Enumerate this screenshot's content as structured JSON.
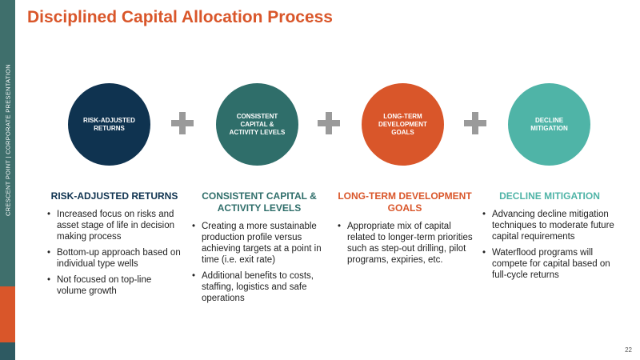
{
  "sidebar": {
    "text": "CRESCENT POINT   |   CORPORATE PRESENTATION"
  },
  "title": "Disciplined Capital Allocation Process",
  "colors": {
    "navy": "#0f3350",
    "teal_dark": "#2f6e6a",
    "orange": "#d9562a",
    "teal_light": "#4fb4a7",
    "plus": "#9a9a9a"
  },
  "circles": [
    {
      "label": "RISK-ADJUSTED RETURNS",
      "color": "#0f3350"
    },
    {
      "label": "CONSISTENT CAPITAL & ACTIVITY LEVELS",
      "color": "#2f6e6a"
    },
    {
      "label": "LONG-TERM DEVELOPMENT GOALS",
      "color": "#d9562a"
    },
    {
      "label": "DECLINE MITIGATION",
      "color": "#4fb4a7"
    }
  ],
  "columns": [
    {
      "heading": "RISK-ADJUSTED RETURNS",
      "color": "#0f3350",
      "bullets": [
        "Increased focus on risks and asset stage of life in decision making process",
        "Bottom-up approach based on individual type wells",
        "Not focused on top-line volume growth"
      ]
    },
    {
      "heading": "CONSISTENT CAPITAL & ACTIVITY LEVELS",
      "color": "#2f6e6a",
      "bullets": [
        "Creating a more sustainable production profile versus achieving targets at a point in time (i.e. exit rate)",
        "Additional benefits to costs, staffing, logistics and safe operations"
      ]
    },
    {
      "heading": "LONG-TERM DEVELOPMENT GOALS",
      "color": "#d9562a",
      "bullets": [
        "Appropriate mix of capital related to longer-term priorities such as step-out drilling, pilot programs, expiries, etc."
      ]
    },
    {
      "heading": "DECLINE MITIGATION",
      "color": "#4fb4a7",
      "bullets": [
        "Advancing decline mitigation techniques to moderate future capital requirements",
        "Waterflood programs will compete for capital based on full-cycle returns"
      ]
    }
  ],
  "page_number": "22"
}
